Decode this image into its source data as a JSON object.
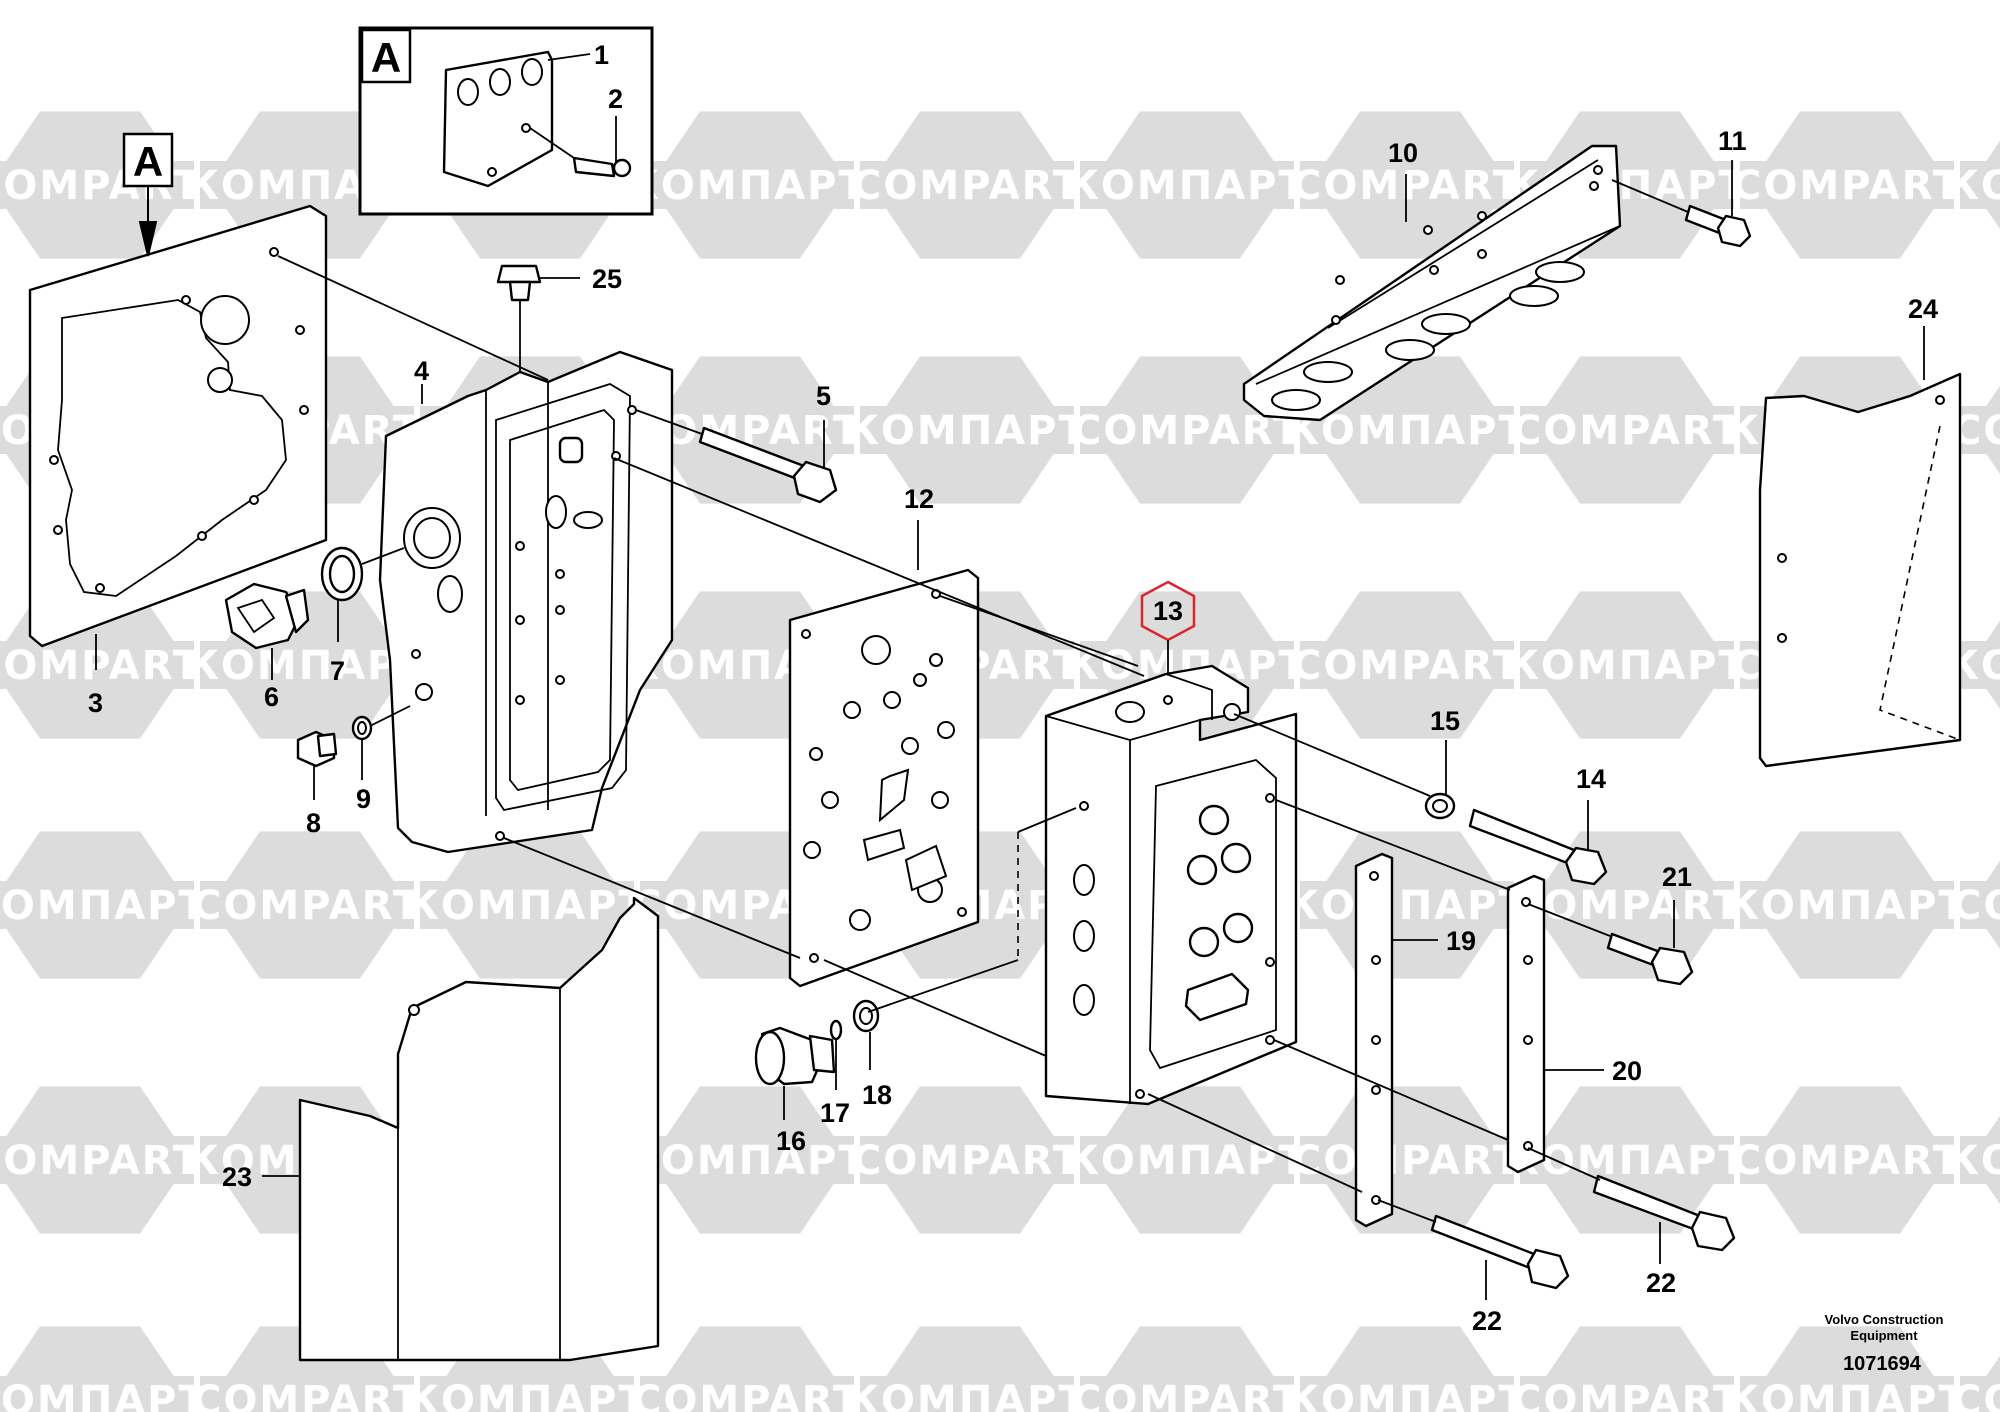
{
  "watermark": {
    "brand_latin": "COMPART",
    "brand_cyrillic": "КОМПАРТ",
    "shape_color": "#dcdcdc"
  },
  "detail": {
    "label": "A"
  },
  "callouts": {
    "c1": "1",
    "c2": "2",
    "c3": "3",
    "c4": "4",
    "c5": "5",
    "c6": "6",
    "c7": "7",
    "c8": "8",
    "c9": "9",
    "c10": "10",
    "c11": "11",
    "c12": "12",
    "c13": "13",
    "c14": "14",
    "c15": "15",
    "c16": "16",
    "c17": "17",
    "c18": "18",
    "c19": "19",
    "c20": "20",
    "c21": "21",
    "c22a": "22",
    "c22b": "22",
    "c23": "23",
    "c24": "24",
    "c25": "25"
  },
  "highlight_color": "#d9262c",
  "footer": {
    "brand_line1": "Volvo Construction",
    "brand_line2": "Equipment",
    "drawing_number": "1071694"
  }
}
